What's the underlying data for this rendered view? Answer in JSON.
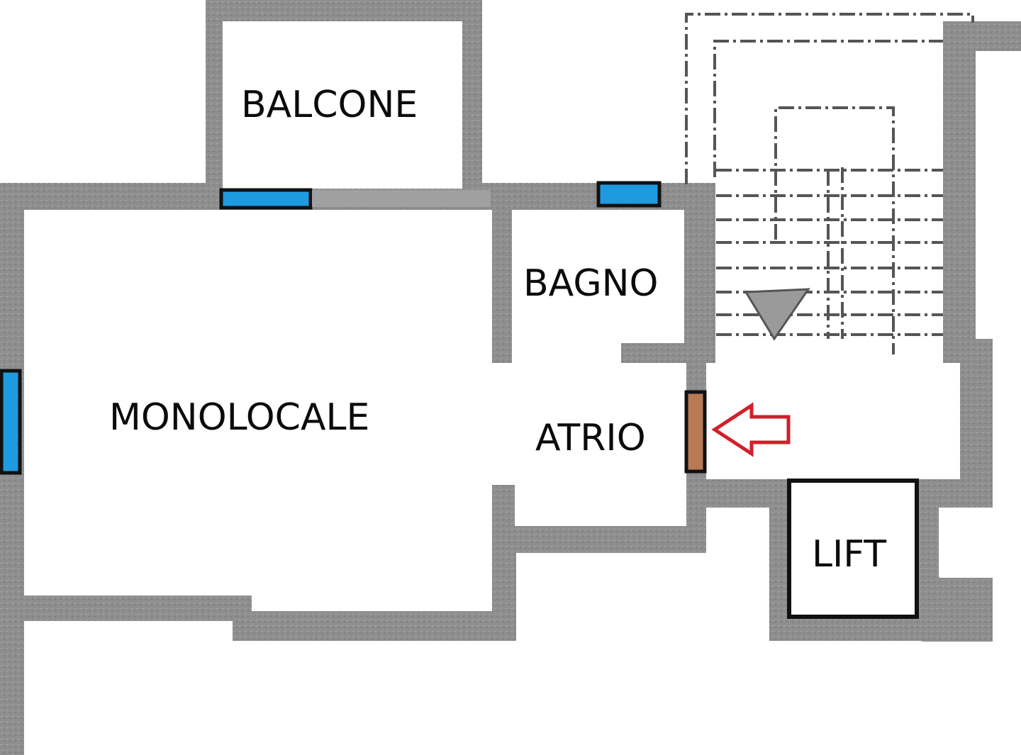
{
  "plan": {
    "title": "Floor plan",
    "colors": {
      "wall": "#8c8c8c",
      "wall_dark": "#7a7a7a",
      "stair_line": "#555555",
      "window": "#1e9ae0",
      "door": "#b87a55",
      "arrow": "#d0202a",
      "outline": "#111111"
    },
    "rooms": [
      {
        "id": "balcone",
        "label": "BALCONE"
      },
      {
        "id": "bagno",
        "label": "BAGNO"
      },
      {
        "id": "monolocale",
        "label": "MONOLOCALE"
      },
      {
        "id": "atrio",
        "label": "ATRIO"
      },
      {
        "id": "lift",
        "label": "LIFT"
      }
    ],
    "features": {
      "windows": [
        "balcony-door-window",
        "bathroom-window",
        "west-window"
      ],
      "entrance_door": "entrance-door",
      "entrance_arrow": "entrance-arrow-icon",
      "staircase": "staircase"
    }
  }
}
